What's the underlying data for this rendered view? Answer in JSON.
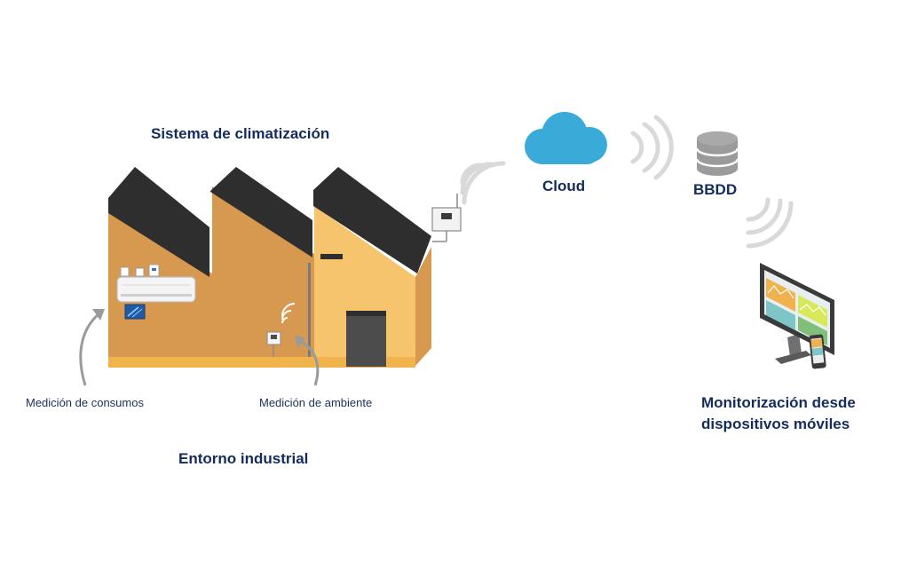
{
  "labels": {
    "hvac_system": "Sistema de climatización",
    "cloud": "Cloud",
    "database": "BBDD",
    "industrial_environment": "Entorno industrial",
    "consumption_measurement": "Medición de consumos",
    "ambient_measurement": "Medición de ambiente",
    "monitoring_line1": "Monitorización desde",
    "monitoring_line2": "dispositivos móviles"
  },
  "colors": {
    "title_text": "#142c5c",
    "roof": "#2e2e2e",
    "wall_orange": "#d7984f",
    "wall_yellow": "#f6c46d",
    "floor": "#f1b44d",
    "cloud": "#3aaad8",
    "database": "#8c8c8c",
    "wifi_waves": "#d9d9d9",
    "arrow": "#9a9a9a"
  },
  "icons": {
    "building": "factory-building-icon",
    "gateway": "iot-gateway-icon",
    "cloud": "cloud-icon",
    "database": "database-icon",
    "monitor": "monitor-dashboard-icon",
    "phone": "smartphone-icon",
    "sensor": "ambient-sensor-icon",
    "air_conditioner": "air-conditioner-icon",
    "meter": "energy-meter-icon"
  }
}
